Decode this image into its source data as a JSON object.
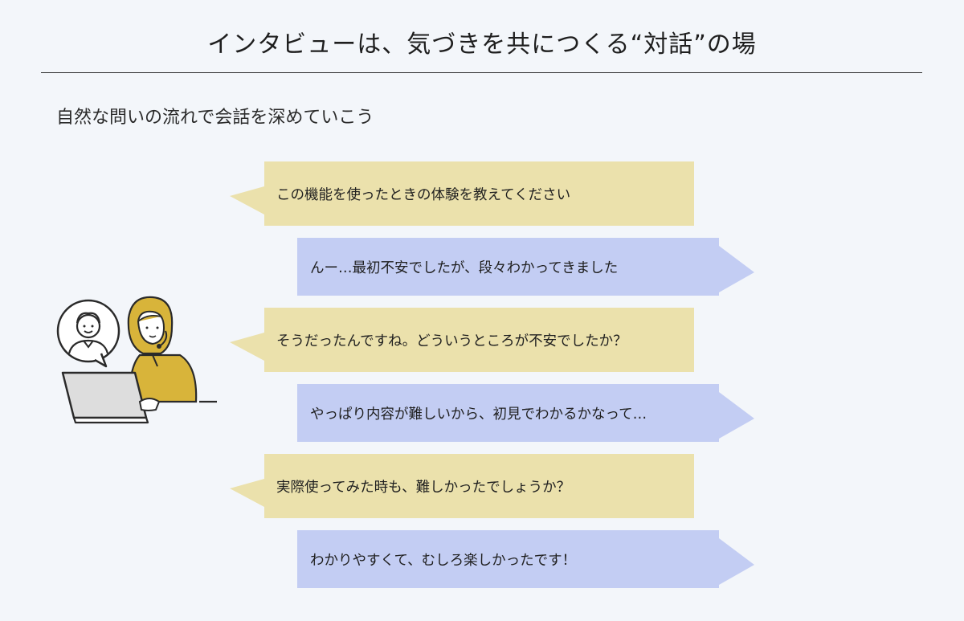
{
  "header": {
    "title": "インタビューは、気づきを共につくる“対話”の場",
    "subtitle": "自然な問いの流れで会話を深めていこう"
  },
  "dialogue": [
    {
      "role": "interviewer",
      "text": "この機能を使ったときの体験を教えてください"
    },
    {
      "role": "user",
      "text": "んー…最初不安でしたが、段々わかってきました"
    },
    {
      "role": "interviewer",
      "text": "そうだったんですね。どういうところが不安でしたか？"
    },
    {
      "role": "user",
      "text": "やっぱり内容が難しいから、初見でわかるかなって…"
    },
    {
      "role": "interviewer",
      "text": "実際使ってみた時も、難しかったでしょうか？"
    },
    {
      "role": "user",
      "text": "わかりやすくて、むしろ楽しかったです！"
    }
  ],
  "colors": {
    "question_bubble": "#ebe1ac",
    "answer_bubble": "#c3cdf3",
    "accent_yellow": "#d8b43a",
    "background": "#f3f6fa"
  },
  "icons": [
    "interviewee-speech-bubble-icon",
    "laptop-icon",
    "interviewer-with-headset-icon"
  ]
}
